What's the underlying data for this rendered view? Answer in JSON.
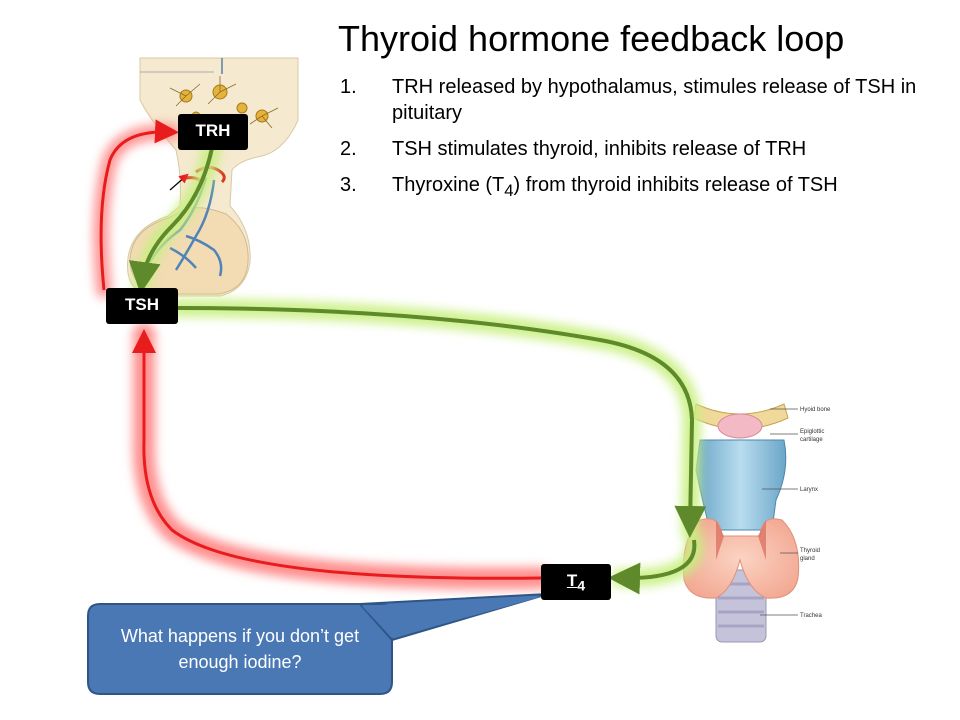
{
  "title": "Thyroid hormone feedback loop",
  "steps": [
    {
      "number": "1.",
      "text": "TRH released by hypothalamus, stimules release of TSH in pituitary"
    },
    {
      "number": "2.",
      "text": "TSH stimulates thyroid, inhibits release of TRH"
    },
    {
      "number": "3.",
      "text": "Thyroxine (T",
      "sub": "4",
      "text_after": ") from thyroid inhibits release of TSH"
    }
  ],
  "labels": {
    "trh": "TRH",
    "tsh": "TSH",
    "t4_base": "T",
    "t4_sub": "4"
  },
  "callout": "What happens if you don’t get enough iodine?",
  "anatomy_annotations": {
    "hyoid": "Hyoid bone",
    "epiglottic": "Epiglottic",
    "cartilage": "cartilage",
    "larynx": "Larynx",
    "thyroid": "Thyroid",
    "gland": "gland",
    "trachea": "Trachea"
  },
  "colors": {
    "stimulate_arrow": "#5e8a2c",
    "inhibit_arrow": "#e81c1c",
    "stimulate_glow": "#c8ef80",
    "inhibit_glow": "#ff7d7d",
    "callout_fill": "#4a78b5",
    "callout_border": "#2f5586",
    "label_bg": "#000000"
  }
}
